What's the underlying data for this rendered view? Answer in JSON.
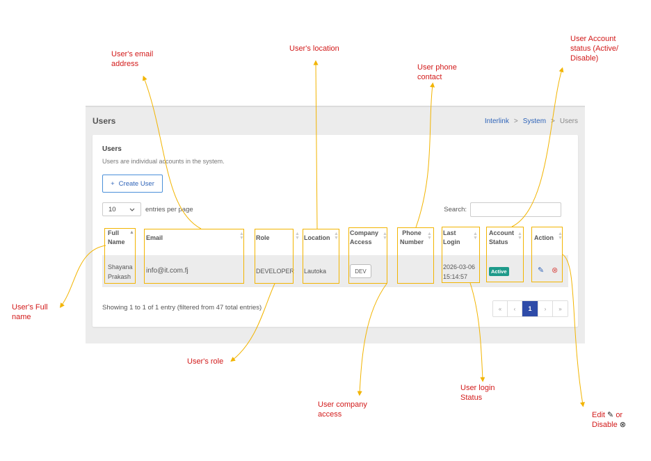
{
  "header": {
    "title": "Users",
    "breadcrumb": [
      "Interlink",
      "System",
      "Users"
    ],
    "separator": ">"
  },
  "card": {
    "title": "Users",
    "description": "Users are individual accounts in the system.",
    "create_button_label": "Create User",
    "create_button_icon": "plus-icon"
  },
  "length_control": {
    "value": "10",
    "suffix": "entries per page"
  },
  "search": {
    "label": "Search:",
    "value": ""
  },
  "table": {
    "columns": [
      {
        "key": "full_name",
        "label": "Full Name"
      },
      {
        "key": "email",
        "label": "Email"
      },
      {
        "key": "role",
        "label": "Role"
      },
      {
        "key": "location",
        "label": "Location"
      },
      {
        "key": "company_access",
        "label": "Company Access"
      },
      {
        "key": "phone",
        "label": "Phone Number"
      },
      {
        "key": "last_login",
        "label": "Last Login"
      },
      {
        "key": "status",
        "label": "Account Status"
      },
      {
        "key": "action",
        "label": "Action"
      }
    ],
    "rows": [
      {
        "full_name_line1": "Shayana",
        "full_name_line2": "Prakash",
        "email": "info@it.com.fj",
        "role": "DEVELOPER",
        "location": "Lautoka",
        "company_access": "DEV",
        "phone": "",
        "last_login_date": "2026-03-06",
        "last_login_time": "15:14:57",
        "status": "Active"
      }
    ]
  },
  "info_text": "Showing 1 to 1 of 1 entry (filtered from 47 total entries)",
  "pagination": {
    "first": "«",
    "prev": "‹",
    "current": "1",
    "next": "›",
    "last": "»"
  },
  "annotations": {
    "email": "User's email address",
    "location": "User's location",
    "phone": "User phone contact",
    "status": "User Account status (Active/ Disable)",
    "full_name": "User's Full name",
    "role": "User's role",
    "company_access": "User company access",
    "last_login": "User login Status",
    "action_edit": "Edit",
    "action_or": "or",
    "action_disable": "Disable"
  },
  "colors": {
    "accent": "#2e4ba8",
    "link": "#2e63b8",
    "active_badge": "#1e9a8a",
    "annotation_text": "#d21a1a",
    "annotation_line": "#f2b400"
  }
}
